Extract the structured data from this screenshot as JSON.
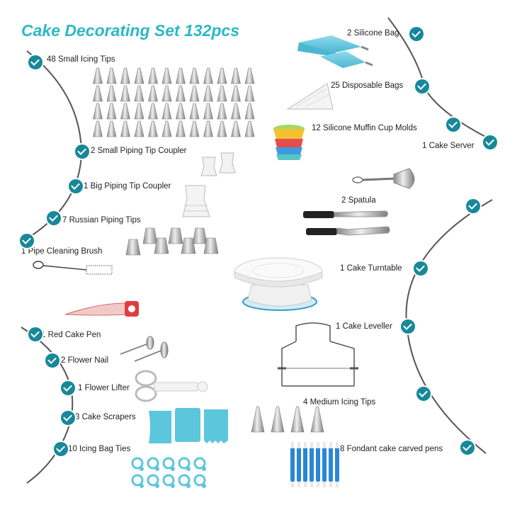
{
  "title": "Cake Decorating Set  132pcs",
  "colors": {
    "accent": "#2bb8c6",
    "check": "#17889a",
    "silicone": "#5cc6dc"
  },
  "items": [
    {
      "id": "small-icing-tips",
      "label": "48 Small Icing Tips",
      "icon": "check-icon"
    },
    {
      "id": "small-coupler",
      "label": "2 Small Piping Tip Coupler",
      "icon": "check-icon"
    },
    {
      "id": "big-coupler",
      "label": "1 Big Piping Tip Coupler",
      "icon": "check-icon"
    },
    {
      "id": "russian-tips",
      "label": "7 Russian Piping Tips",
      "icon": "check-icon"
    },
    {
      "id": "cleaning-brush",
      "label": "1 Pipe Cleaning Brush",
      "icon": "check-icon"
    },
    {
      "id": "red-pen",
      "label": "1 Red Cake Pen",
      "icon": "check-icon"
    },
    {
      "id": "flower-nail",
      "label": "2 Flower Nail",
      "icon": "check-icon"
    },
    {
      "id": "flower-lifter",
      "label": "1 Flower Lifter",
      "icon": "check-icon"
    },
    {
      "id": "scrapers",
      "label": "3 Cake Scrapers",
      "icon": "check-icon"
    },
    {
      "id": "bag-ties",
      "label": "10 Icing Bag Ties",
      "icon": "check-icon"
    },
    {
      "id": "silicone-bag",
      "label": "2 Silicone Bag",
      "icon": "check-icon"
    },
    {
      "id": "disposable-bags",
      "label": "25 Disposable Bags",
      "icon": "check-icon"
    },
    {
      "id": "muffin-molds",
      "label": "12 Silicone Muffin Cup Molds",
      "icon": "check-icon"
    },
    {
      "id": "cake-server",
      "label": "1 Cake Server",
      "icon": "check-icon"
    },
    {
      "id": "spatula",
      "label": "2 Spatula",
      "icon": "check-icon"
    },
    {
      "id": "turntable",
      "label": "1 Cake Turntable",
      "icon": "check-icon"
    },
    {
      "id": "leveller",
      "label": "1 Cake Leveller",
      "icon": "check-icon"
    },
    {
      "id": "medium-tips",
      "label": "4 Medium Icing Tips",
      "icon": "check-icon"
    },
    {
      "id": "fondant-pens",
      "label": "8 Fondant cake carved pens",
      "icon": "check-icon"
    }
  ]
}
